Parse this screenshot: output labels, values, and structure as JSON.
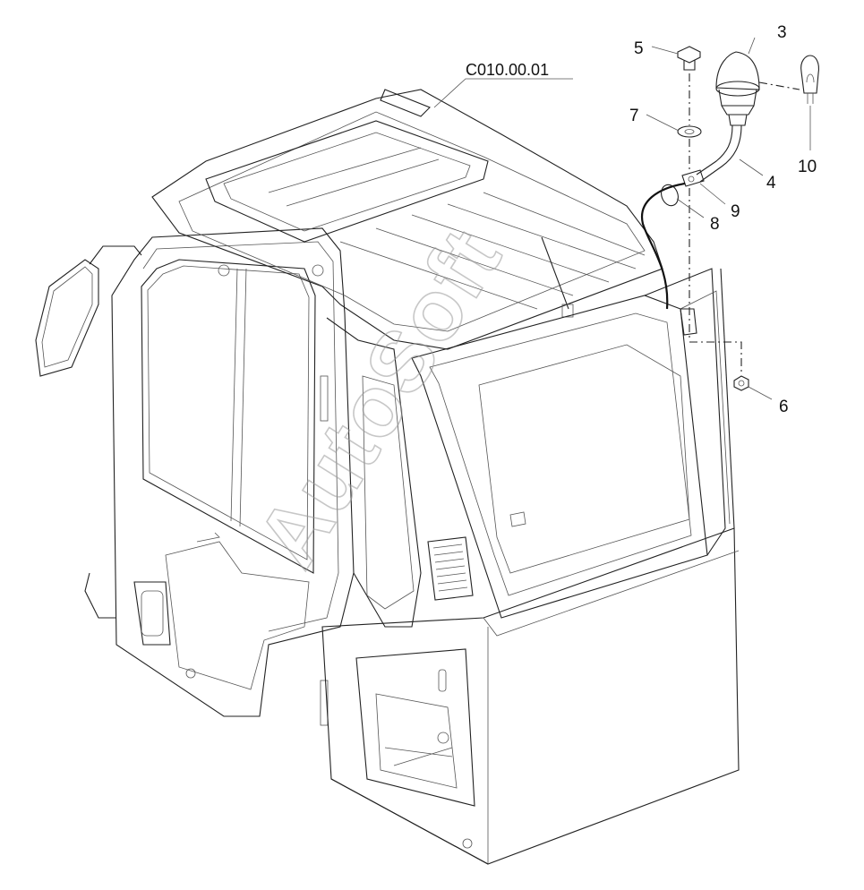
{
  "diagram": {
    "reference": "C010.00.01",
    "watermark": "AutoSoft",
    "callouts": [
      {
        "id": "3",
        "label": "3"
      },
      {
        "id": "4",
        "label": "4"
      },
      {
        "id": "5",
        "label": "5"
      },
      {
        "id": "6",
        "label": "6"
      },
      {
        "id": "7",
        "label": "7"
      },
      {
        "id": "8",
        "label": "8"
      },
      {
        "id": "9",
        "label": "9"
      },
      {
        "id": "10",
        "label": "10"
      }
    ]
  }
}
